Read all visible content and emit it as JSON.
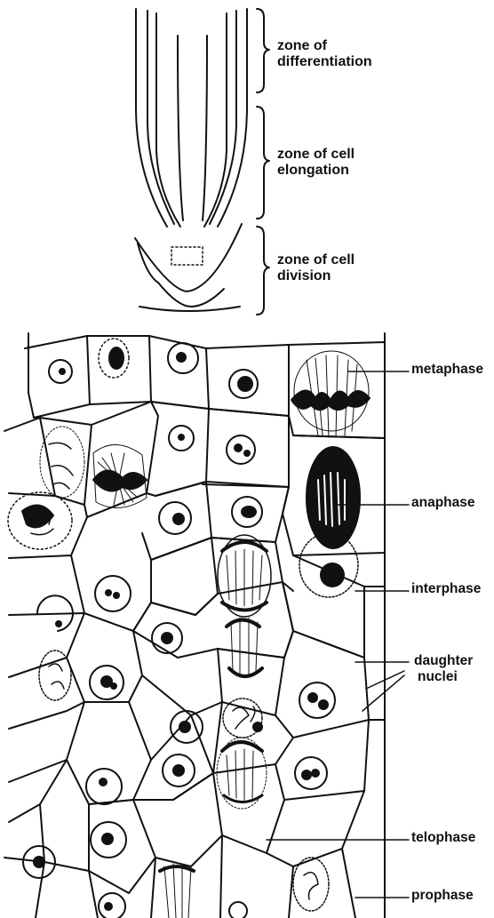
{
  "zones": [
    {
      "line1": "zone of",
      "line2": "differentiation"
    },
    {
      "line1": "zone of cell",
      "line2": "elongation"
    },
    {
      "line1": "zone of cell",
      "line2": "division"
    }
  ],
  "phases": {
    "metaphase": "metaphase",
    "anaphase": "anaphase",
    "interphase": "interphase",
    "daughter_line1": "daughter",
    "daughter_line2": "nuclei",
    "telophase": "telophase",
    "prophase": "prophase"
  },
  "colors": {
    "ink": "#111111",
    "paper": "#ffffff"
  }
}
